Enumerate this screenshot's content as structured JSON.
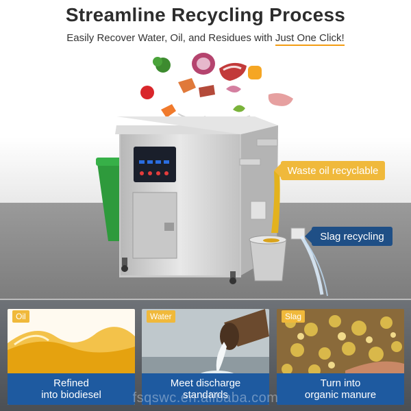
{
  "header": {
    "title": "Streamline Recycling Process",
    "subtitle_prefix": "Easily Recover Water, Oil, and Residues with ",
    "subtitle_highlight": "Just One Click!"
  },
  "callouts": {
    "oil": "Waste oil recyclable",
    "slag": "Slag recycling"
  },
  "panels": [
    {
      "tag": "Oil",
      "line1": "Refined",
      "line2": "into biodiesel"
    },
    {
      "tag": "Water",
      "line1": "Meet discharge",
      "line2": "standards"
    },
    {
      "tag": "Slag",
      "line1": "Turn into",
      "line2": "organic manure"
    }
  ],
  "watermark": "fsqswc.en.alibaba.com",
  "colors": {
    "accent_orange": "#f0b93b",
    "accent_blue": "#1e5aa0",
    "slag_blue": "#1f4f86"
  }
}
